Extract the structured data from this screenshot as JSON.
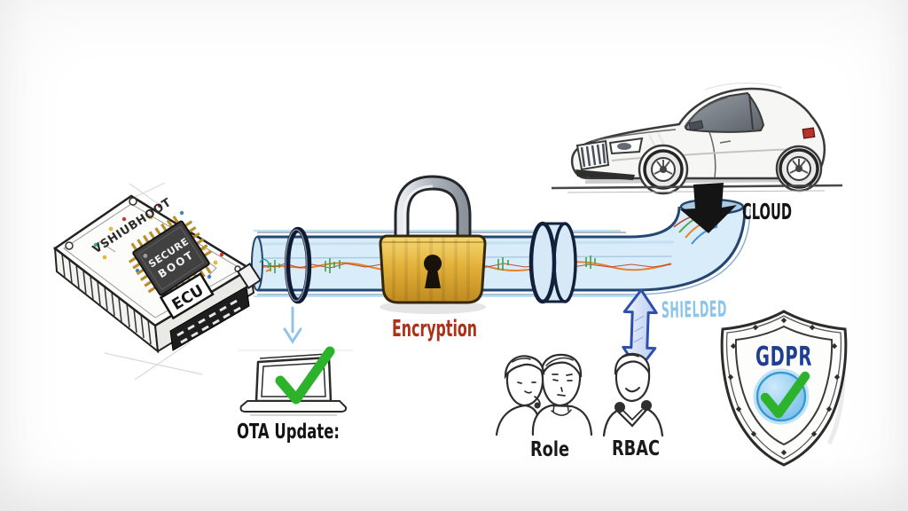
{
  "diagram": {
    "ecu": {
      "board_text": "VSHIUBHOOT",
      "chip_line1": "SECURE",
      "chip_line2": "BOOT",
      "label": "ECU"
    },
    "encryption": {
      "label": "Encryption"
    },
    "cloud": {
      "label": "CLOUD"
    },
    "shielded": {
      "label": "SHIELDED"
    },
    "ota": {
      "label": "OTA Update:"
    },
    "access": {
      "role_label": "Role",
      "rbac_label": "RBAC"
    },
    "gdpr": {
      "label": "GDPR"
    }
  },
  "colors": {
    "encryption_text": "#ad3118",
    "cloud_text": "#141414",
    "shielded_text": "#8cc5ea",
    "gdpr_text": "#1d3e93",
    "lock_gold": "#e3b23a",
    "pipe_fill": "#d8ecf9",
    "pipe_edge": "#24466f",
    "check_green": "#2db22c",
    "arrow_blue": "#2d50ae",
    "black_arrow": "#141414"
  }
}
